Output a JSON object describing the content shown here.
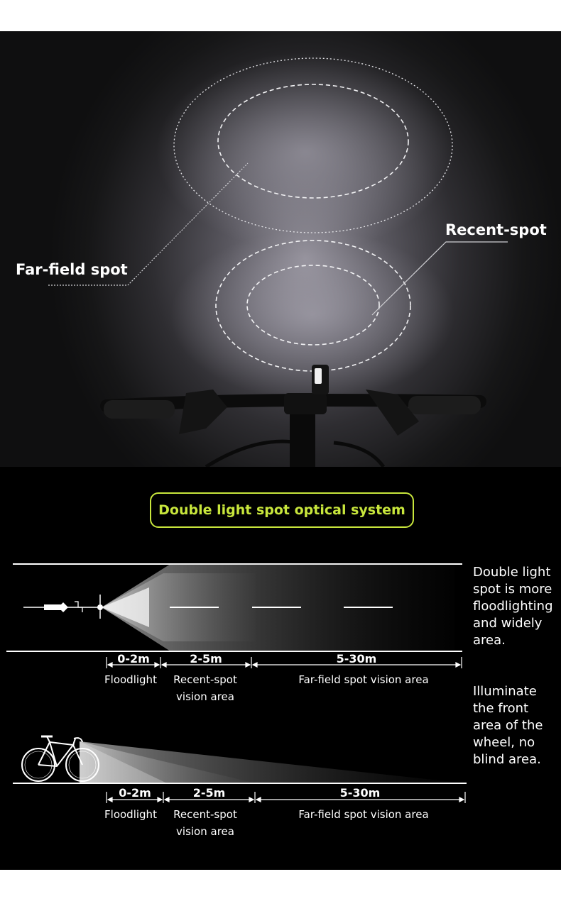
{
  "hero": {
    "far_field_label": "Far-field spot",
    "recent_spot_label": "Recent-spot"
  },
  "title": "Double light spot optical system",
  "diagram_top": {
    "distances": [
      "0-2m",
      "2-5m",
      "5-30m"
    ],
    "zones": [
      "Floodlight",
      "Recent-spot\nvision area",
      "Far-field spot vision area"
    ],
    "note": "Double light spot is more floodlighting and widely area."
  },
  "diagram_bottom": {
    "distances": [
      "0-2m",
      "2-5m",
      "5-30m"
    ],
    "zones": [
      "Floodlight",
      "Recent-spot\nvision area",
      "Far-field spot vision area"
    ],
    "note": "Illuminate the front area of the wheel, no blind area."
  },
  "colors": {
    "accent": "#c8e63c",
    "background": "#000000",
    "text": "#ffffff"
  }
}
